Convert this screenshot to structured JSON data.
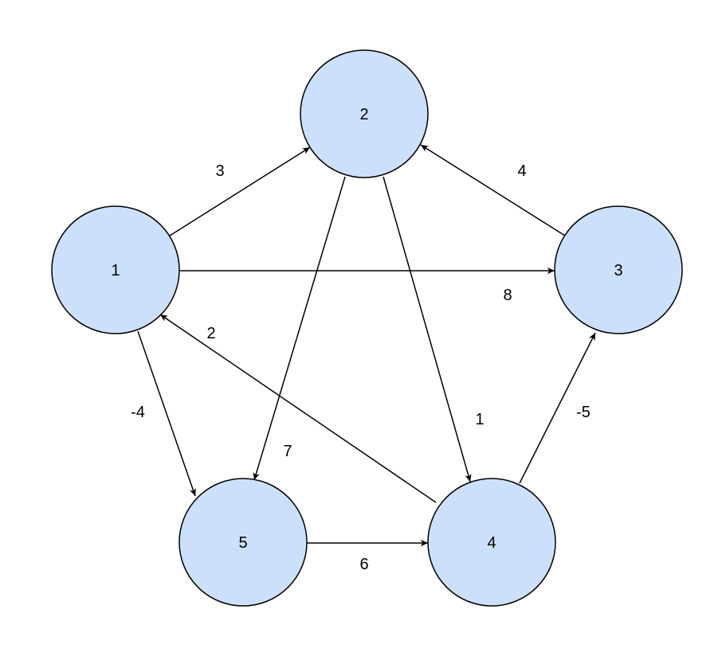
{
  "colors": {
    "node_fill": "#cce0fb",
    "stroke": "#000000",
    "background": "#ffffff"
  },
  "nodes": [
    {
      "id": "1",
      "label": "1"
    },
    {
      "id": "2",
      "label": "2"
    },
    {
      "id": "3",
      "label": "3"
    },
    {
      "id": "4",
      "label": "4"
    },
    {
      "id": "5",
      "label": "5"
    }
  ],
  "edges": [
    {
      "from": "1",
      "to": "2",
      "weight": "3"
    },
    {
      "from": "1",
      "to": "3",
      "weight": "8"
    },
    {
      "from": "1",
      "to": "5",
      "weight": "-4"
    },
    {
      "from": "2",
      "to": "4",
      "weight": "1"
    },
    {
      "from": "2",
      "to": "5",
      "weight": "7"
    },
    {
      "from": "3",
      "to": "2",
      "weight": "4"
    },
    {
      "from": "4",
      "to": "1",
      "weight": "2"
    },
    {
      "from": "4",
      "to": "3",
      "weight": "-5"
    },
    {
      "from": "5",
      "to": "4",
      "weight": "6"
    }
  ]
}
